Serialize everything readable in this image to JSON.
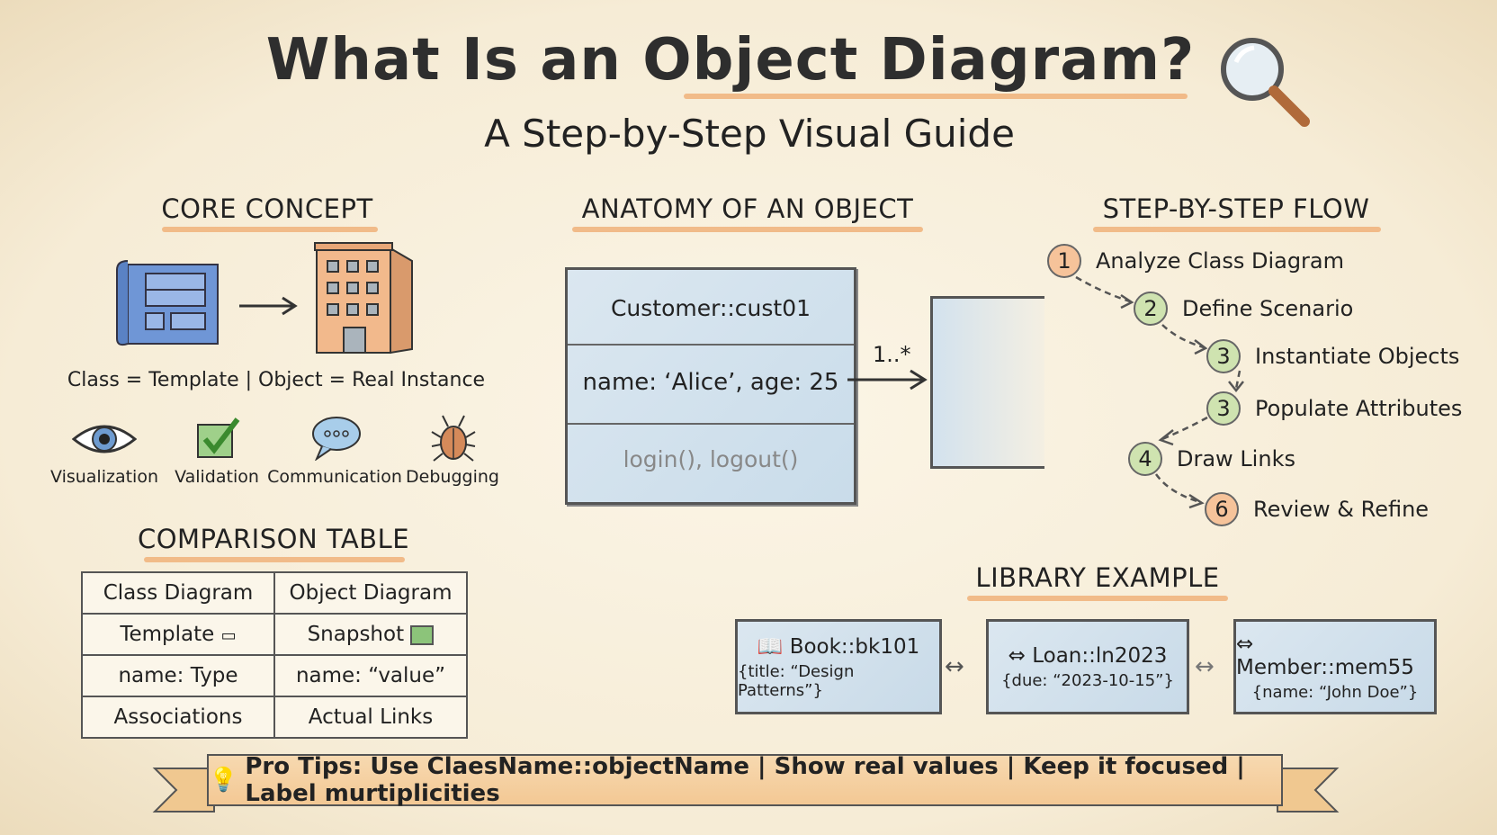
{
  "header": {
    "title": "What Is an Object Diagram?",
    "subtitle": "A Step-by-Step Visual Guide",
    "icon": "magnifier-icon"
  },
  "core_concept": {
    "heading": "CORE CONCEPT",
    "caption": "Class = Template | Object = Real Instance",
    "benefits": [
      {
        "label": "Visualization",
        "icon": "eye-icon"
      },
      {
        "label": "Validation",
        "icon": "checkbox-icon"
      },
      {
        "label": "Communication",
        "icon": "speech-bubble-icon"
      },
      {
        "label": "Debugging",
        "icon": "bug-icon"
      }
    ]
  },
  "comparison": {
    "heading": "COMPARISON TABLE",
    "headers": [
      "Class Diagram",
      "Object Diagram"
    ],
    "rows": [
      [
        "Template",
        "Snapshot"
      ],
      [
        "name: Type",
        "name: “value”"
      ],
      [
        "Associations",
        "Actual Links"
      ]
    ]
  },
  "anatomy": {
    "heading": "ANATOMY OF AN OBJECT",
    "object_name": "Customer::cust01",
    "attributes": "name: ‘Alice’, age: 25",
    "operations": "login(), logout()",
    "multiplicity": "1..*"
  },
  "flow": {
    "heading": "STEP-BY-STEP FLOW",
    "steps": [
      {
        "number": "1",
        "label": "Analyze Class Diagram",
        "color": "#f6c39a"
      },
      {
        "number": "2",
        "label": "Define Scenario",
        "color": "#cfe3b0"
      },
      {
        "number": "3",
        "label": "Instantiate Objects",
        "color": "#cfe3b0"
      },
      {
        "number": "3",
        "label": "Populate Attributes",
        "color": "#cfe3b0"
      },
      {
        "number": "4",
        "label": "Draw Links",
        "color": "#cfe3b0"
      },
      {
        "number": "6",
        "label": "Review & Refine",
        "color": "#f6c39a"
      }
    ]
  },
  "library": {
    "heading": "LIBRARY EXAMPLE",
    "objects": [
      {
        "name": "Book::bk101",
        "attrs": "{title: “Design Patterns”}",
        "icon": "book-icon"
      },
      {
        "name": "Loan::ln2023",
        "attrs": "{due: “2023-10-15”}",
        "icon": "double-arrow-icon"
      },
      {
        "name": "Member::mem55",
        "attrs": "{name: “John Doe”}",
        "icon": "double-arrow-icon"
      }
    ]
  },
  "tips": {
    "text": "Pro Tips: Use ClaesName::objectName | Show real values | Keep it focused | Label murtiplicities",
    "icon": "lightbulb-icon"
  }
}
